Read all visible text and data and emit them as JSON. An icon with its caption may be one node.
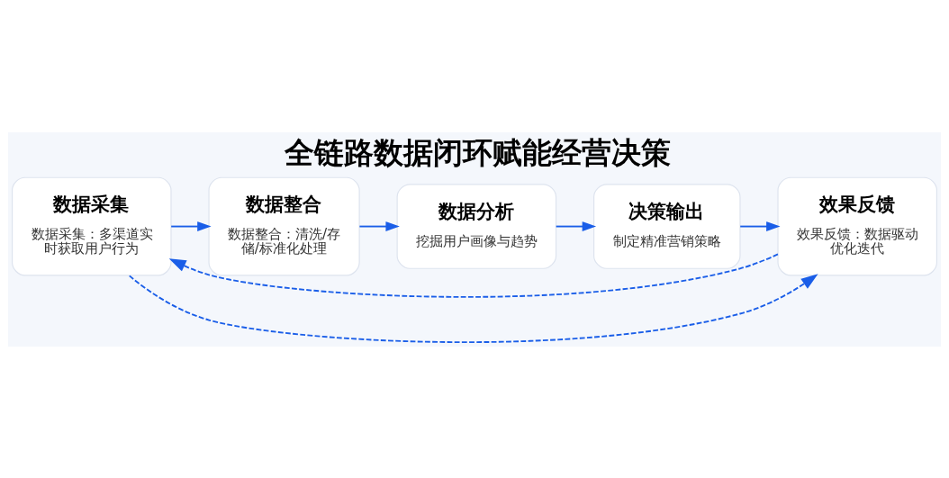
{
  "diagram": {
    "title": "全链路数据闭环赋能经营决策",
    "nodes": [
      {
        "text": [
          "数据采集",
          "数据采集：多渠道实时获取用户行为"
        ]
      },
      {
        "text": [
          "数据整合",
          "数据整合：清洗/存储/标准化处理"
        ]
      },
      {
        "text": [
          "数据分析",
          "挖掘用户画像与趋势"
        ]
      },
      {
        "text": [
          "决策输出",
          "制定精准营销策略"
        ]
      },
      {
        "text": [
          "效果反馈",
          "效果反馈：数据驱动优化迭代"
        ]
      }
    ],
    "edges": [
      {
        "from": 0,
        "to": 1,
        "arrow": "to"
      },
      {
        "from": 1,
        "to": 2,
        "arrow": "to"
      },
      {
        "from": 2,
        "to": 3,
        "arrow": "to"
      },
      {
        "from": 3,
        "to": 4,
        "arrow": "to"
      },
      {
        "from": 0,
        "to": 4,
        "arrow": "to",
        "style": "dashed"
      },
      {
        "from": 4,
        "to": 0,
        "arrow": "to",
        "style": "dashed"
      }
    ]
  }
}
